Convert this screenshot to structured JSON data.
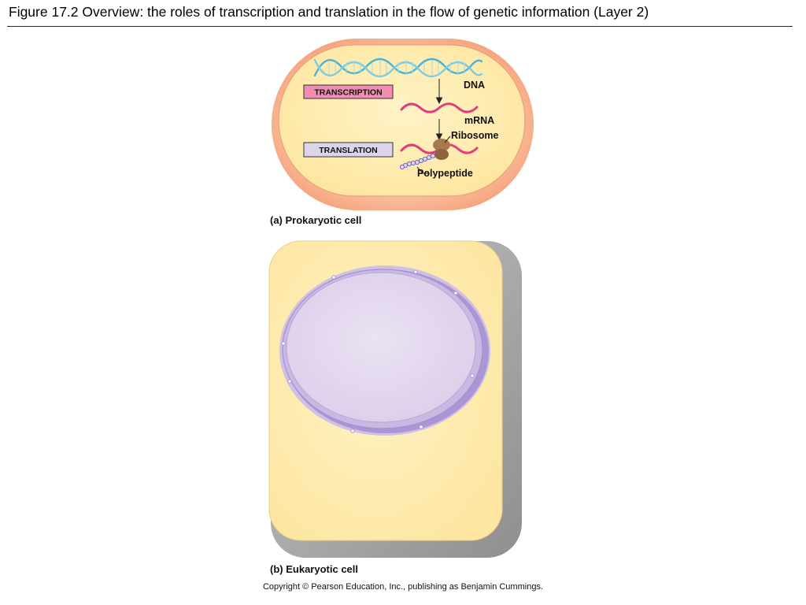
{
  "slide": {
    "title": "Figure 17.2  Overview: the roles of transcription and translation in the flow of genetic information (Layer 2)"
  },
  "prokaryote": {
    "caption_letter": "(a)",
    "caption": "Prokaryotic cell",
    "labels": {
      "transcription": "TRANSCRIPTION",
      "translation": "TRANSLATION",
      "dna": "DNA",
      "mrna": "mRNA",
      "ribosome": "Ribosome",
      "polypeptide": "Polypeptide"
    }
  },
  "eukaryote": {
    "caption_letter": "(b)",
    "caption": "Eukaryotic cell"
  },
  "footer": {
    "copyright": "Copyright © Pearson Education, Inc., publishing as Benjamin Cummings."
  },
  "colors": {
    "cell_fill": "#fdeaa8",
    "prokaryote_wall": "#f7b28f",
    "dna_strand": "#49b3d6",
    "mrna_strand": "#e23c7d",
    "transcription_box": "#f08db0",
    "translation_box": "#dcd4ec",
    "nucleus_fill": "#e4daee",
    "nucleus_envelope": "#b7a3d6",
    "eukaryote_shadow": "#a9a9a9",
    "ribosome": "#a7794f"
  }
}
